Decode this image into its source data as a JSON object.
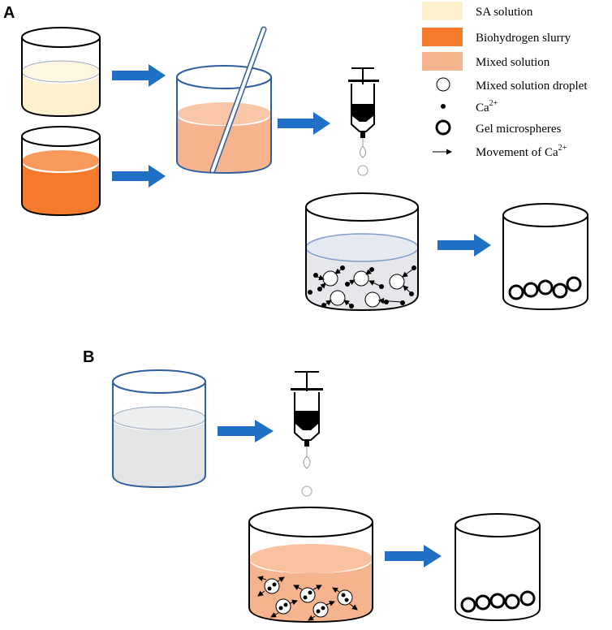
{
  "panels": {
    "a_label": "A",
    "b_label": "B"
  },
  "legend": {
    "items": [
      {
        "label": "SA solution",
        "swatch_color": "#FCF0CD"
      },
      {
        "label": "Biohydrogen slurry",
        "swatch_color": "#F57A2B"
      },
      {
        "label": "Mixed solution",
        "swatch_color": "#F6B48E"
      },
      {
        "label": "Mixed solution droplet",
        "symbol": "open-circle-thin-icon"
      },
      {
        "label": "Ca",
        "superscript": "2+",
        "symbol": "dot-icon"
      },
      {
        "label": "Gel microspheres",
        "symbol": "open-circle-thick-icon"
      },
      {
        "label": "Movement of Ca",
        "superscript": "2+",
        "symbol": "arrow-icon"
      }
    ]
  },
  "colors": {
    "arrow_blue": "#1F6FC4",
    "beaker_outline_blue": "#2E5E9E",
    "sa_liquid": "#FCF0CD",
    "slurry_liquid": "#F57A2B",
    "mixed_liquid": "#F6B48E",
    "cacl2_liquid": "#E3E4E6",
    "water_light": "#D8DCE6",
    "droplet_gray": "#BFBFBF"
  }
}
